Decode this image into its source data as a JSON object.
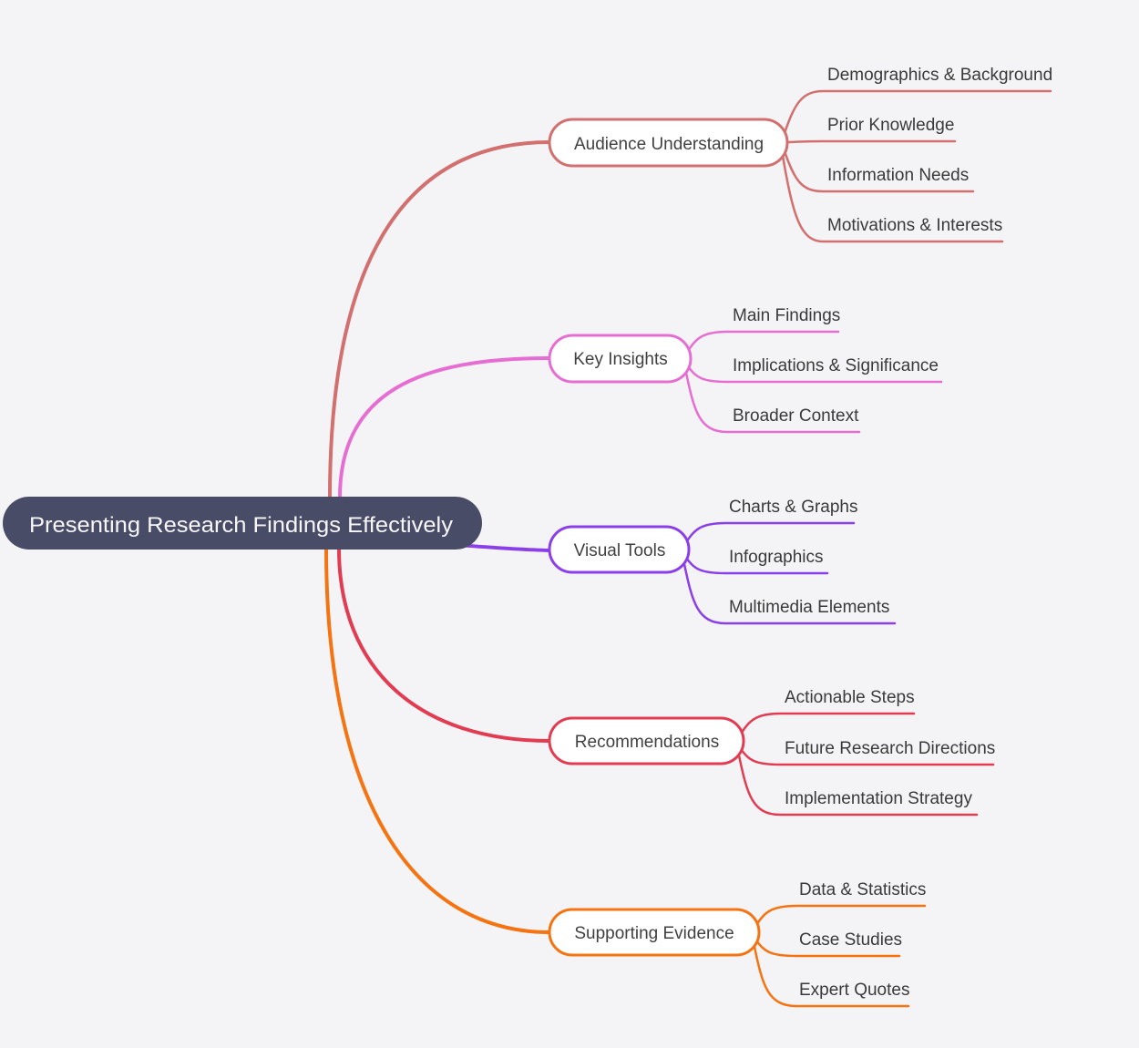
{
  "title": "Presenting Research Findings Effectively",
  "colors": {
    "background": "#f4f4f6",
    "root_fill": "#494c66",
    "root_text": "#f7f7fa",
    "node_fill": "#ffffff",
    "node_text": "#414141",
    "leaf_text": "#3a3a3a"
  },
  "branches": [
    {
      "label": "Audience Understanding",
      "color": "#d26f6f",
      "children": [
        "Demographics & Background",
        "Prior Knowledge",
        "Information Needs",
        "Motivations & Interests"
      ]
    },
    {
      "label": "Key Insights",
      "color": "#e66ed2",
      "children": [
        "Main Findings",
        "Implications & Significance",
        "Broader Context"
      ]
    },
    {
      "label": "Visual Tools",
      "color": "#8a3fe8",
      "children": [
        "Charts & Graphs",
        "Infographics",
        "Multimedia Elements"
      ]
    },
    {
      "label": "Recommendations",
      "color": "#e23c52",
      "children": [
        "Actionable Steps",
        "Future Research Directions",
        "Implementation Strategy"
      ]
    },
    {
      "label": "Supporting Evidence",
      "color": "#f57310",
      "children": [
        "Data & Statistics",
        "Case Studies",
        "Expert Quotes"
      ]
    }
  ]
}
